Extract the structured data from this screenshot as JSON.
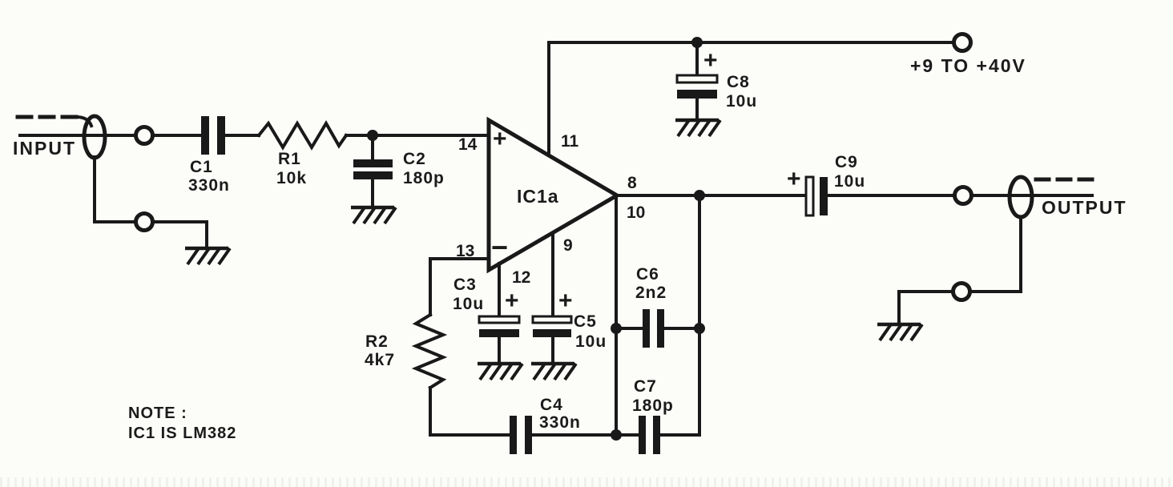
{
  "schematic": {
    "kind": "audio preamplifier circuit diagram",
    "note": {
      "line1": "NOTE :",
      "line2": "IC1 IS LM382"
    },
    "io": {
      "input_label": "INPUT",
      "output_label": "OUTPUT",
      "supply_label": "+9 TO +40V"
    },
    "opamp": {
      "designator": "IC1a",
      "noninverting_sign": "+",
      "inverting_sign": "−",
      "pins": {
        "noninverting": "14",
        "inverting": "13",
        "supply": "11",
        "output": "8",
        "pin10": "10",
        "pin9": "9",
        "pin12": "12"
      }
    },
    "polarity": {
      "plus": "+"
    },
    "components": {
      "C1": {
        "ref": "C1",
        "value": "330n"
      },
      "C2": {
        "ref": "C2",
        "value": "180p"
      },
      "C3": {
        "ref": "C3",
        "value": "10u"
      },
      "C4": {
        "ref": "C4",
        "value": "330n"
      },
      "C5": {
        "ref": "C5",
        "value": "10u"
      },
      "C6": {
        "ref": "C6",
        "value": "2n2"
      },
      "C7": {
        "ref": "C7",
        "value": "180p"
      },
      "C8": {
        "ref": "C8",
        "value": "10u"
      },
      "C9": {
        "ref": "C9",
        "value": "10u"
      },
      "R1": {
        "ref": "R1",
        "value": "10k"
      },
      "R2": {
        "ref": "R2",
        "value": "4k7"
      }
    },
    "colors": {
      "ink": "#191919",
      "paper": "#fcfcf9"
    }
  }
}
